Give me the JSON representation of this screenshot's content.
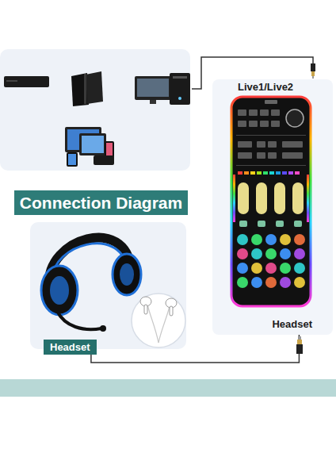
{
  "diagram": {
    "title": "Connection Diagram",
    "nodes": [
      {
        "text": [
          "Live1/Live2",
          "Headset"
        ]
      },
      {
        "text": [
          "Headset"
        ]
      }
    ],
    "edges": [
      {
        "from": 1,
        "to": 0,
        "arrow": "none"
      }
    ]
  }
}
